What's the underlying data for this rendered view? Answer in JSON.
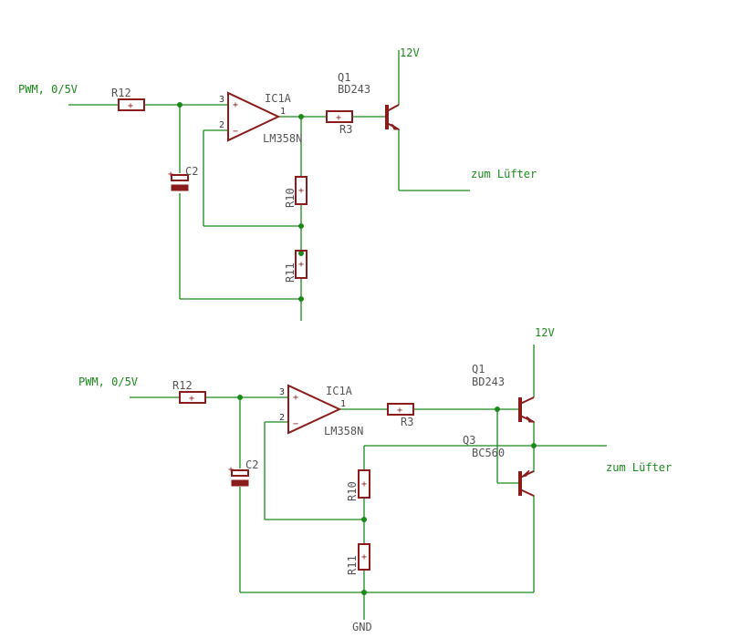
{
  "top": {
    "input_label": "PWM, 0/5V",
    "r12": "R12",
    "c2": "C2",
    "ic_name": "IC1A",
    "ic_part": "LM358N",
    "pin3": "3",
    "pin2": "2",
    "pin1": "1",
    "r3": "R3",
    "r10": "R10",
    "r11": "R11",
    "q1_name": "Q1",
    "q1_part": "BD243",
    "supply": "12V",
    "output_label": "zum Lüfter"
  },
  "bottom": {
    "input_label": "PWM, 0/5V",
    "r12": "R12",
    "c2": "C2",
    "ic_name": "IC1A",
    "ic_part": "LM358N",
    "pin3": "3",
    "pin2": "2",
    "pin1": "1",
    "r3": "R3",
    "r10": "R10",
    "r11": "R11",
    "q1_name": "Q1",
    "q1_part": "BD243",
    "q3_name": "Q3",
    "q3_part": "BC560",
    "supply": "12V",
    "output_label": "zum Lüfter",
    "ground": "GND"
  },
  "colors": {
    "wire": "#1a8a1a",
    "component": "#8b1c1c",
    "label": "#555555"
  }
}
